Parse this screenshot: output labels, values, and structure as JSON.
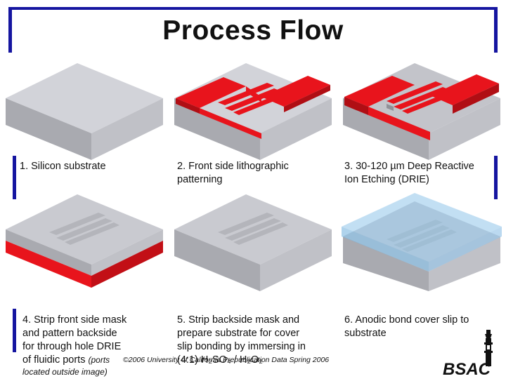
{
  "title": "Process Flow",
  "steps": [
    {
      "caption_lines": [
        "1. Silicon substrate"
      ]
    },
    {
      "caption_lines": [
        "2. Front side lithographic",
        "patterning"
      ]
    },
    {
      "caption_lines": [
        "3. 30-120 µm Deep Reactive",
        "Ion Etching (DRIE)"
      ]
    },
    {
      "caption_lines": [
        "4. Strip front side mask",
        "and pattern backside",
        "for through hole DRIE",
        "of fluidic ports"
      ],
      "note": "(ports",
      "note_line2": "located outside image)"
    },
    {
      "caption_lines": [
        "5. Strip backside mask and",
        "prepare substrate for cover",
        "slip bonding by immersing in",
        "(4:1) H₂SO₄ / H₂O₂"
      ]
    },
    {
      "caption_lines": [
        "6. Anodic bond cover slip to",
        "substrate"
      ]
    }
  ],
  "footer": "©2006 University of California   Prepublication Data Spring 2006",
  "logo_text": "BSAC",
  "colors": {
    "accent_bar": "#1515a0",
    "mask": "#e8141c",
    "silicon_top": "#cfd0d6",
    "glass": "#8fc4ea"
  }
}
